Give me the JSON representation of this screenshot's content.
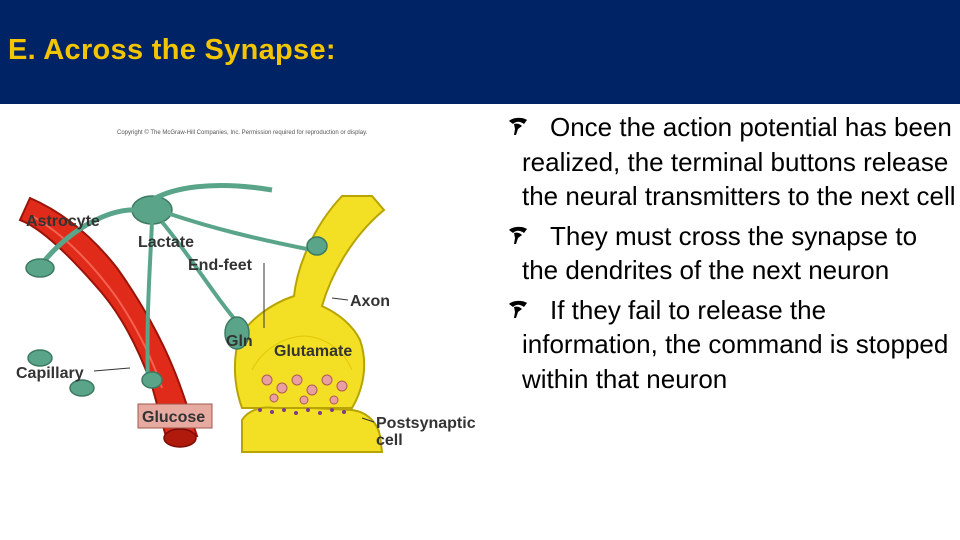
{
  "slide": {
    "title": "E. Across the Synapse:"
  },
  "figure": {
    "copyright": "Copyright © The McGraw-Hill Companies, Inc. Permission required for reproduction or display.",
    "labels": {
      "astrocyte": "Astrocyte",
      "lactate": "Lactate",
      "end_feet": "End-feet",
      "axon": "Axon",
      "gln": "Gln",
      "glutamate": "Glutamate",
      "capillary": "Capillary",
      "glucose": "Glucose",
      "postsynaptic_1": "Postsynaptic",
      "postsynaptic_2": "cell"
    },
    "colors": {
      "blood_vessel": "#e02a1a",
      "astrocyte": "#5aa58a",
      "axon": "#f3e024",
      "glucose_box": "#e6aaa0"
    }
  },
  "bullets": [
    {
      "icon": "flower-bullet-icon",
      "text": "Once the action potential has been realized, the terminal buttons release the neural transmitters to the next cell"
    },
    {
      "icon": "flower-bullet-icon",
      "text": "They must cross the synapse to the dendrites of the next neuron"
    },
    {
      "icon": "flower-bullet-icon",
      "text": "If they fail to release the information, the command is stopped within that neuron"
    }
  ],
  "colors": {
    "header_bg": "#002366",
    "title": "#f2c500"
  }
}
